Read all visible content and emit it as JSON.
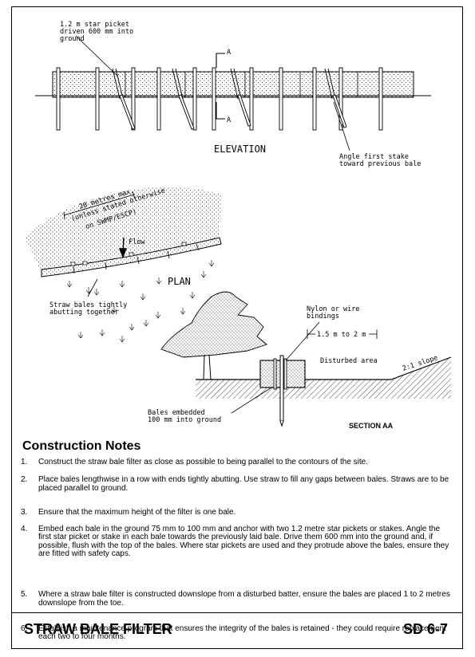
{
  "elevation": {
    "picket_note": [
      "1.2 m star picket",
      "driven 600 mm into",
      "ground"
    ],
    "section_marker": "A",
    "title": "ELEVATION",
    "stake_note": [
      "Angle first stake",
      "toward previous bale"
    ]
  },
  "plan": {
    "spacing_note": [
      "20 metres max.",
      "(unless stated otherwise",
      "on SWMP/ESCP)"
    ],
    "flow_label": "Flow",
    "title": "PLAN",
    "bales_note": [
      "Straw bales tightly",
      "abutting together"
    ]
  },
  "section": {
    "bindings_note": [
      "Nylon or wire",
      "bindings"
    ],
    "distance_label": "1.5 m to 2 m",
    "disturbed_label": "Disturbed area",
    "slope_label": "2:1 slope",
    "embed_note": [
      "Bales embedded",
      "100 mm into ground"
    ],
    "title": "SECTION AA"
  },
  "notes": {
    "heading": "Construction Notes",
    "items": [
      {
        "num": "1.",
        "text": "Construct the straw bale filter as close as possible to being parallel to the contours of the site."
      },
      {
        "num": "2.",
        "text": "Place bales lengthwise in a row with ends tightly abutting.  Use straw to fill any gaps between bales.  Straws are to be placed parallel to ground."
      },
      {
        "num": "3.",
        "text": "Ensure that the maximum height of the filter is one bale."
      },
      {
        "num": "4.",
        "text": "Embed each bale in the ground 75 mm to 100 mm and anchor with two 1.2 metre star pickets or stakes.  Angle the first star picket or stake in each bale towards the previously laid bale.  Drive them 600 mm into the ground and, if possible, flush with the top of the bales.  Where star pickets are used and they protrude above the bales, ensure they are fitted with safety caps."
      },
      {
        "num": "5.",
        "text": "Where a straw bale filter is constructed downslope from a disturbed batter, ensure the bales are placed 1 to 2 metres downslope from the toe."
      },
      {
        "num": "6.",
        "text": "Establish a maintenance program that ensures the integrity of the bales is retained - they could require replacement each two to four months."
      }
    ]
  },
  "footer": {
    "title": "STRAW BALE FILTER",
    "code": "SD 6-7"
  },
  "colors": {
    "ink": "#000000",
    "paper": "#ffffff"
  }
}
